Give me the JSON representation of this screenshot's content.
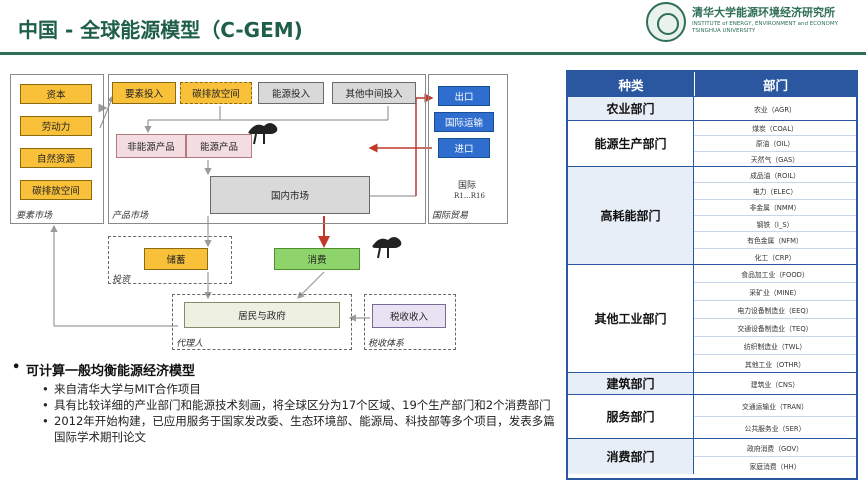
{
  "header": {
    "title": "中国 - 全球能源模型（C-GEM)",
    "logo_cn": "清华大学能源环境经济研究所",
    "logo_en": [
      "INSTITUTE of ENERGY, ENVIRONMENT and ECONOMY",
      "TSINGHUA UNIVERSITY"
    ]
  },
  "diagram": {
    "factor_panel_label": "要素市场",
    "factors": [
      "资本",
      "劳动力",
      "自然资源",
      "碳排放空间"
    ],
    "product_panel_label": "产品市场",
    "inputs": [
      "要素投入",
      "碳排放空间",
      "能源投入",
      "其他中间投入"
    ],
    "products": [
      "非能源产品",
      "能源产品"
    ],
    "domestic_market": "国内市场",
    "trade_panel_label": "国际贸易",
    "trade": [
      "出口",
      "国际运输",
      "进口"
    ],
    "international": "国际",
    "regions": "R1…R16",
    "investment_panel_label": "投资",
    "savings": "储蓄",
    "consumption": "消费",
    "agent_panel_label": "代理人",
    "agents": "居民与政府",
    "tax_panel_label": "税收体系",
    "tax": "税收收入"
  },
  "bullets": {
    "main": "可计算一般均衡能源经济模型",
    "subs": [
      "来自清华大学与MIT合作项目",
      "具有比较详细的产业部门和能源技术刻画，将全球区分为17个区域、19个生产部门和2个消费部门",
      "2012年开始构建，已应用服务于国家发改委、生态环境部、能源局、科技部等多个项目，发表多篇国际学术期刊论文"
    ]
  },
  "table": {
    "col_kind": "种类",
    "col_dept": "部门",
    "groups": [
      {
        "name": "农业部门",
        "items": [
          "农业（AGR）"
        ]
      },
      {
        "name": "能源生产部门",
        "items": [
          "煤炭（COAL）",
          "原油（OIL）",
          "天然气（GAS）"
        ]
      },
      {
        "name": "高耗能部门",
        "items": [
          "成品油（ROIL）",
          "电力（ELEC）",
          "非金属（NMM）",
          "钢铁（I_S）",
          "有色金属（NFM）",
          "化工（CRP）"
        ]
      },
      {
        "name": "其他工业部门",
        "items": [
          "食品加工业（FOOD）",
          "采矿业（MINE）",
          "电力设备制造业（EEQ）",
          "交通设备制造业（TEQ）",
          "纺织制造业（TWL）",
          "其他工业（OTHR）"
        ]
      },
      {
        "name": "建筑部门",
        "items": [
          "建筑业（CNS）"
        ]
      },
      {
        "name": "服务部门",
        "items": [
          "交通运输业（TRAN）",
          "公共服务业（SER）"
        ]
      },
      {
        "name": "消费部门",
        "items": [
          "政府消费（GOV）",
          "家庭消费（HH）"
        ]
      }
    ]
  }
}
